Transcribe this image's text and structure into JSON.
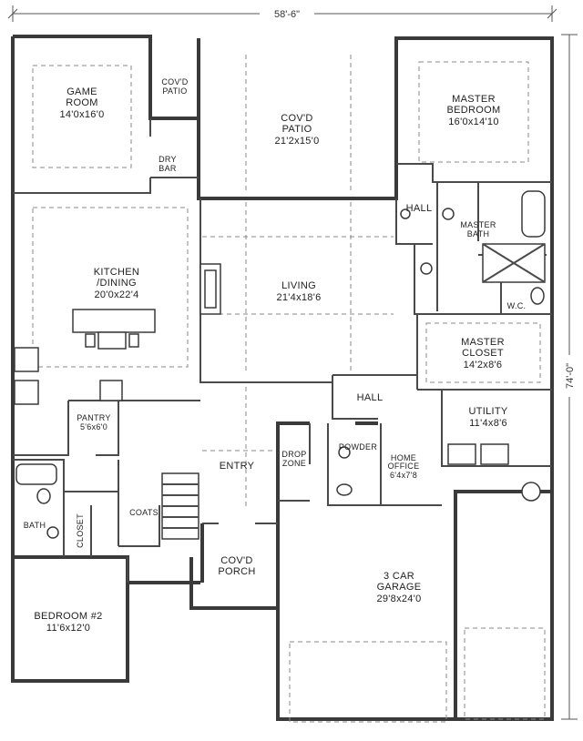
{
  "dimensions": {
    "width": "58'-6\"",
    "depth": "74'-0\""
  },
  "rooms": {
    "game_room": {
      "name": [
        "GAME",
        "ROOM"
      ],
      "size": "14'0x16'0"
    },
    "covd_patio_small": {
      "name": [
        "COV'D",
        "PATIO"
      ]
    },
    "covd_patio": {
      "name": [
        "COV'D",
        "PATIO"
      ],
      "size": "21'2x15'0"
    },
    "master_bedroom": {
      "name": [
        "MASTER",
        "BEDROOM"
      ],
      "size": "16'0x14'10"
    },
    "dry_bar": {
      "name": [
        "DRY",
        "BAR"
      ]
    },
    "hall_upper": {
      "name": [
        "HALL"
      ]
    },
    "master_bath": {
      "name": [
        "MASTER",
        "BATH"
      ]
    },
    "kitchen_dining": {
      "name": [
        "KITCHEN",
        "/DINING"
      ],
      "size": "20'0x22'4"
    },
    "living": {
      "name": [
        "LIVING"
      ],
      "size": "21'4x18'6"
    },
    "wc": {
      "name": [
        "W.C."
      ]
    },
    "master_closet": {
      "name": [
        "MASTER",
        "CLOSET"
      ],
      "size": "14'2x8'6"
    },
    "hall_mid": {
      "name": [
        "HALL"
      ]
    },
    "utility": {
      "name": [
        "UTILITY"
      ],
      "size": "11'4x8'6"
    },
    "pantry": {
      "name": [
        "PANTRY"
      ],
      "size": "5'6x6'0"
    },
    "powder": {
      "name": [
        "POWDER"
      ]
    },
    "drop_zone": {
      "name": [
        "DROP",
        "ZONE"
      ]
    },
    "home_office": {
      "name": [
        "HOME",
        "OFFICE"
      ],
      "size": "6'4x7'8"
    },
    "entry": {
      "name": [
        "ENTRY"
      ]
    },
    "coats": {
      "name": [
        "COATS"
      ]
    },
    "bath": {
      "name": [
        "BATH"
      ]
    },
    "closet": {
      "name": [
        "CLOSET"
      ]
    },
    "covd_porch": {
      "name": [
        "COV'D",
        "PORCH"
      ]
    },
    "garage": {
      "name": [
        "3 CAR",
        "GARAGE"
      ],
      "size": "29'8x24'0"
    },
    "bedroom2": {
      "name": [
        "BEDROOM #2"
      ],
      "size": "11'6x12'0"
    }
  }
}
